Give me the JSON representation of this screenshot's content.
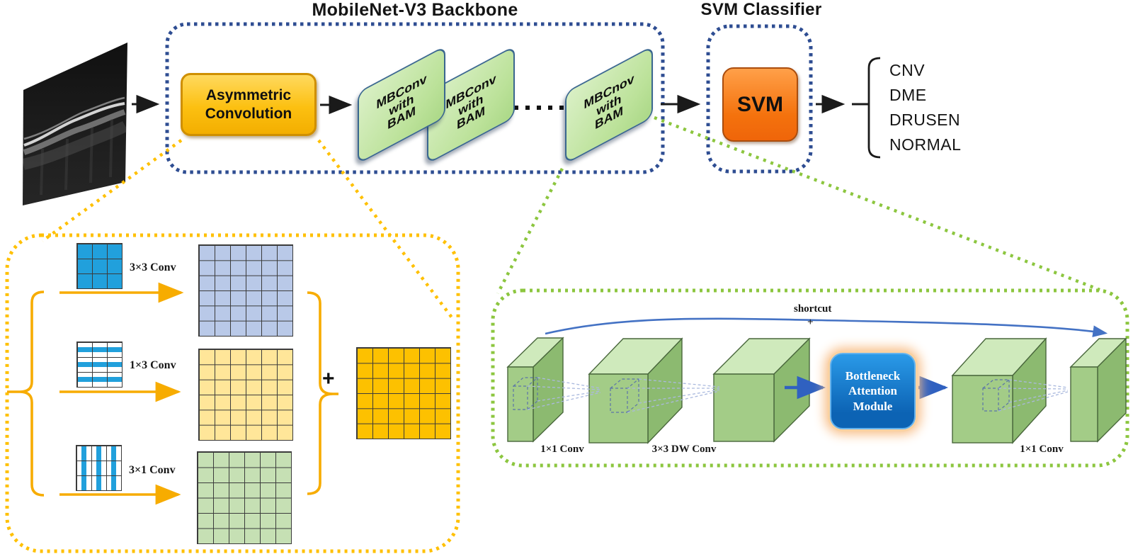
{
  "titles": {
    "backbone": "MobileNet-V3 Backbone",
    "classifier": "SVM Classifier"
  },
  "pipeline": {
    "asymmetric_conv": "Asymmetric\nConvolution",
    "blocks": [
      "MBConv\nwith\nBAM",
      "MBConv\nwith\nBAM",
      "MBCnov\nwith\nBAM"
    ],
    "svm": "SVM",
    "outputs": [
      "CNV",
      "DME",
      "DRUSEN",
      "NORMAL"
    ]
  },
  "asym_detail": {
    "kernels": [
      {
        "label": "3×3 Conv"
      },
      {
        "label": "1×3 Conv"
      },
      {
        "label": "3×1 Conv"
      }
    ],
    "plus": "+"
  },
  "bam_detail": {
    "conv_labels": [
      "1×1 Conv",
      "3×3 DW Conv",
      "1×1 Conv"
    ],
    "module": "Bottleneck\nAttention\nModule",
    "shortcut": "shortcut",
    "plus": "+"
  },
  "colors": {
    "backbone_border": "#2E4D92",
    "asym_gold": "#FCC011",
    "svm_orange": "#F4720D",
    "block_green": "#C5E6A4",
    "yellow_dotted": "#FFC000",
    "green_dotted": "#8CC63F",
    "kernel_blue": "#21A0DC",
    "grid_lavender": "#B9C9E8",
    "grid_yellow": "#FFE699",
    "grid_green": "#C6E0B4",
    "result_orange": "#FDC100",
    "bam_blue": "#1274CC",
    "arrow_blue": "#3061C0"
  }
}
